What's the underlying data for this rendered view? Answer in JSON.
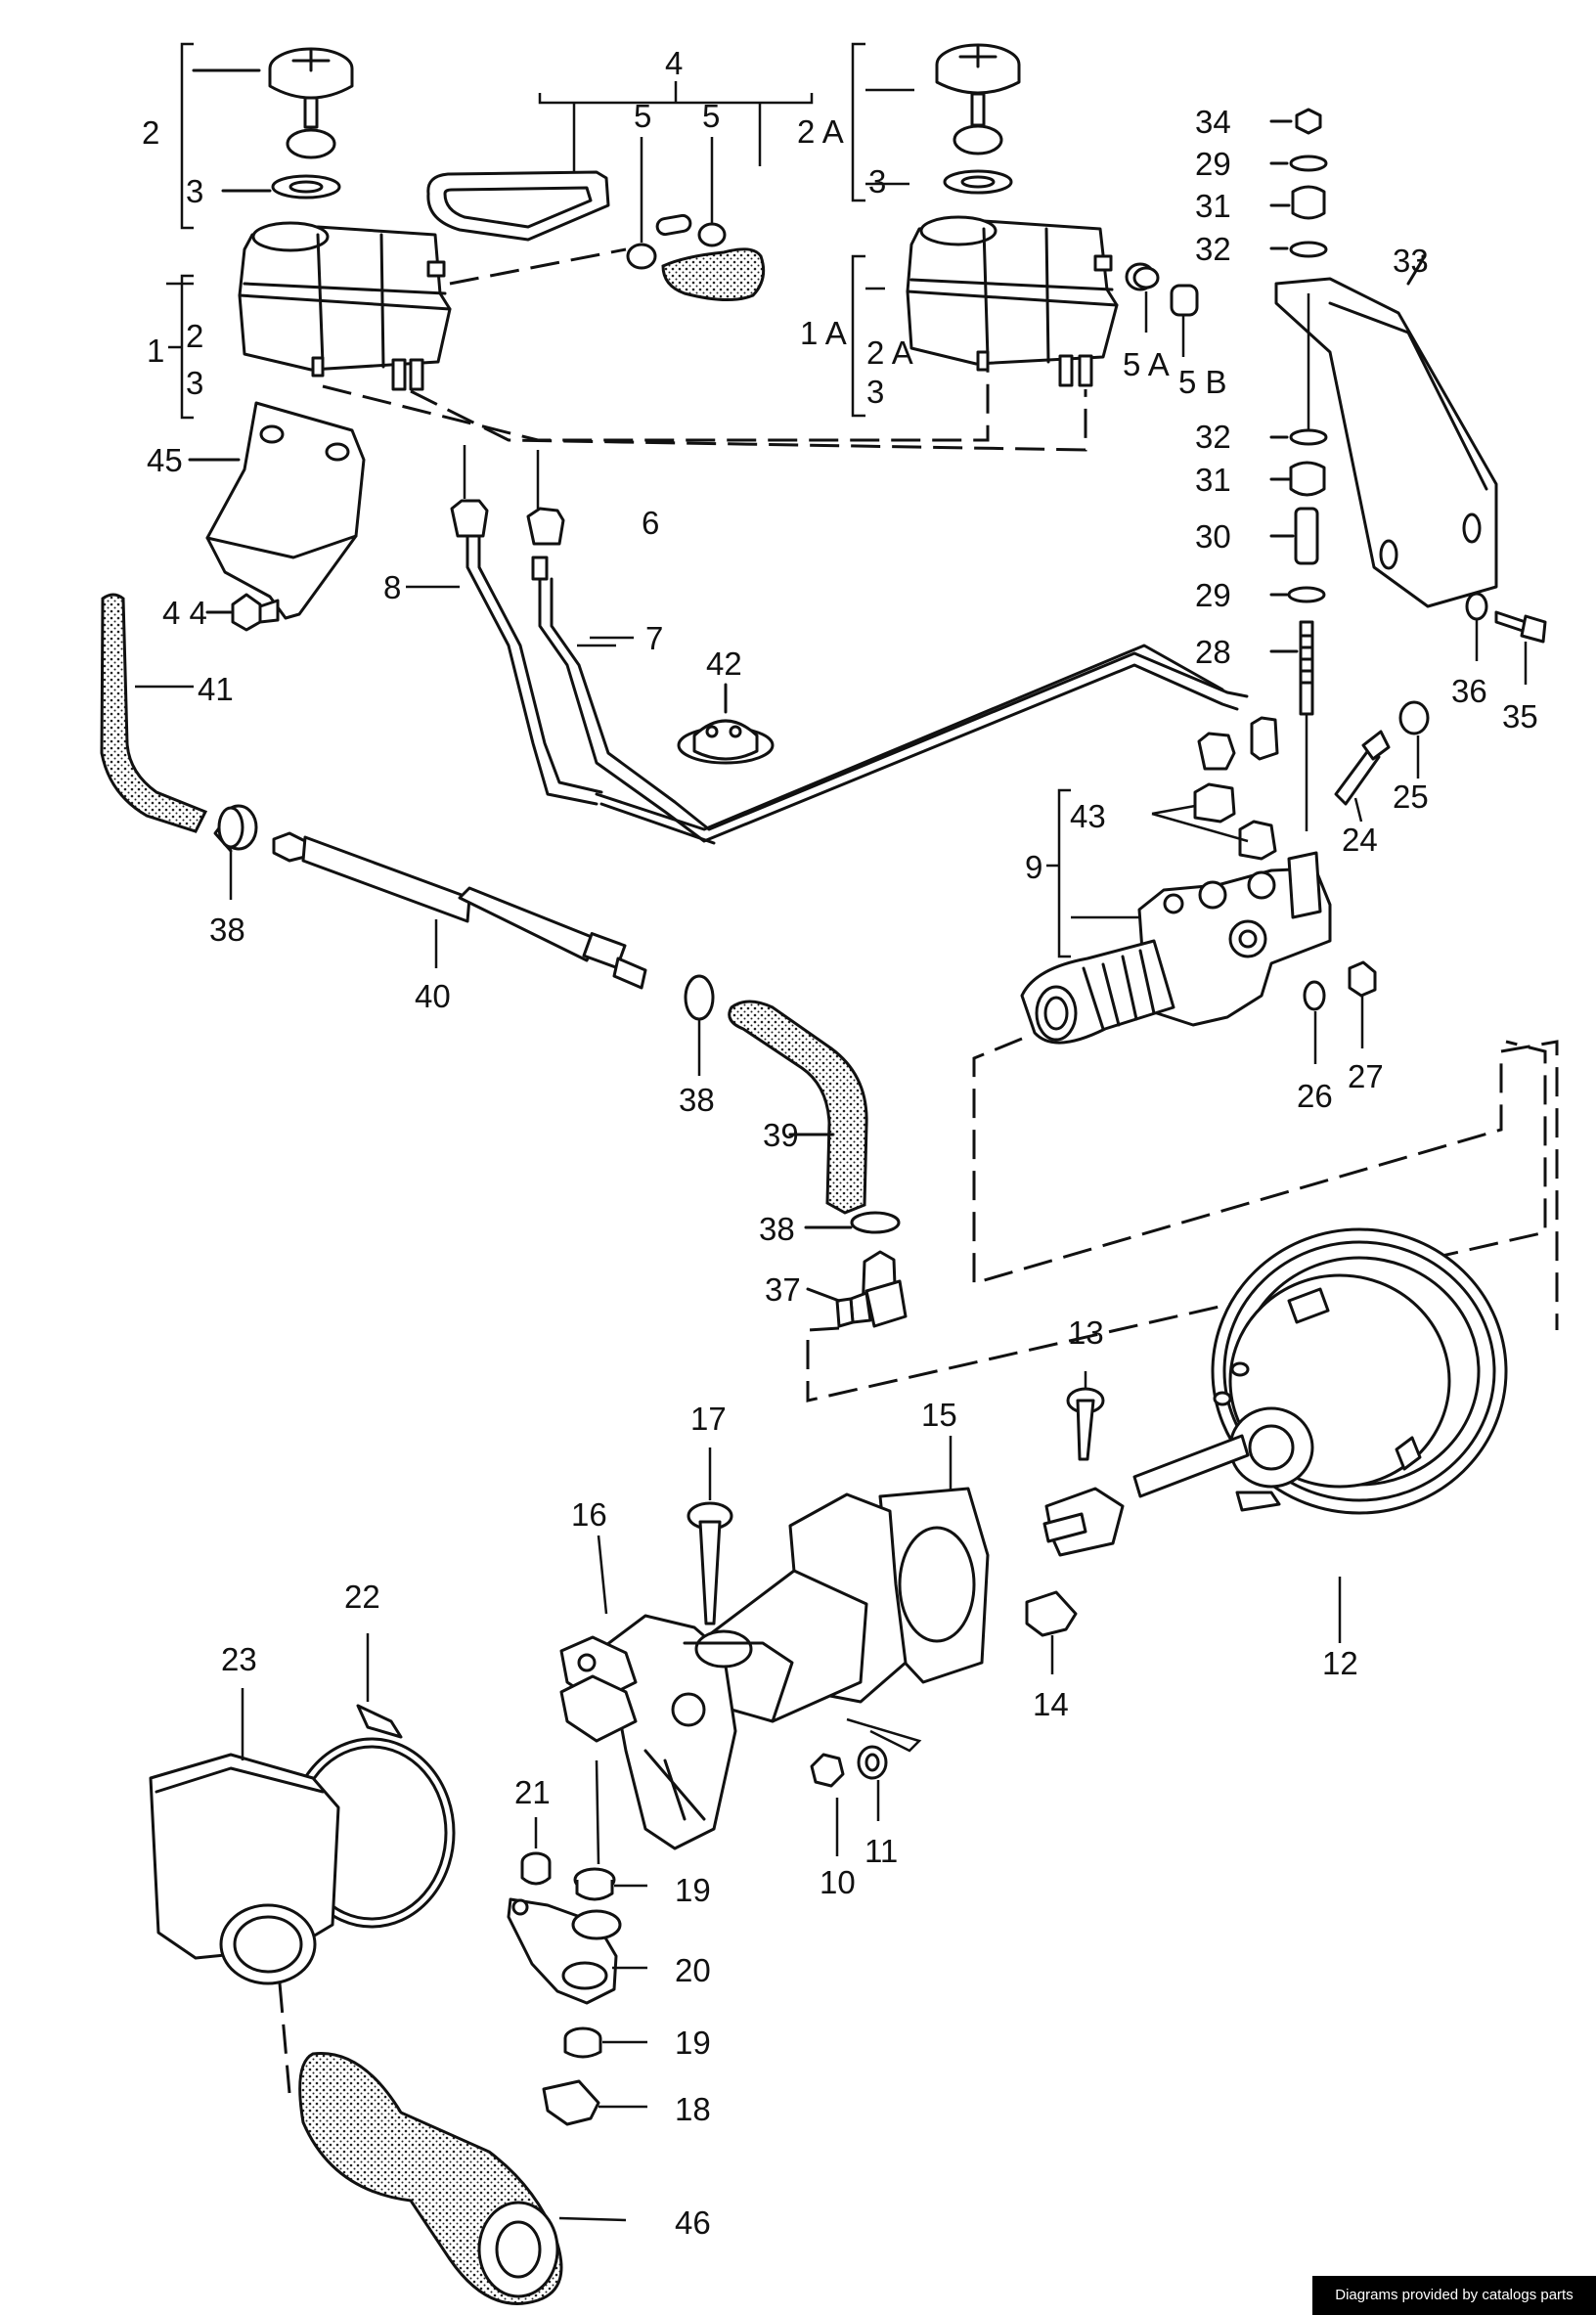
{
  "diagram": {
    "labels": {
      "n1": "1",
      "n2_left_a": "2",
      "n3_left_a": "3",
      "n2_left_b": "2",
      "n3_left_b": "3",
      "n4": "4",
      "n5a": "5",
      "n5b": "5",
      "n2A_top": "2 A",
      "n3_right_top": "3",
      "n1A": "1 A",
      "n2A_mid": "2 A",
      "n3_right_mid": "3",
      "n5A": "5 A",
      "n5B": "5 B",
      "n34": "34",
      "n29a": "29",
      "n31a": "31",
      "n32a": "32",
      "n33": "33",
      "n32b": "32",
      "n31b": "31",
      "n30": "30",
      "n29b": "29",
      "n28": "28",
      "n36": "36",
      "n35": "35",
      "n45": "45",
      "n44": "4 4",
      "n6": "6",
      "n8": "8",
      "n7": "7",
      "n42": "42",
      "n41": "41",
      "n43": "43",
      "n9": "9",
      "n24": "24",
      "n25": "25",
      "n26": "26",
      "n27": "27",
      "n38a": "38",
      "n40": "40",
      "n38b": "38",
      "n39": "39",
      "n38c": "38",
      "n37": "37",
      "n13": "13",
      "n12": "12",
      "n14": "14",
      "n17": "17",
      "n15": "15",
      "n16": "16",
      "n10": "10",
      "n11": "11",
      "n22": "22",
      "n23": "23",
      "n21": "21",
      "n19a": "19",
      "n20": "20",
      "n19b": "19",
      "n18": "18",
      "n46": "46"
    }
  },
  "footer": {
    "credit": "Diagrams provided by catalogs parts"
  }
}
